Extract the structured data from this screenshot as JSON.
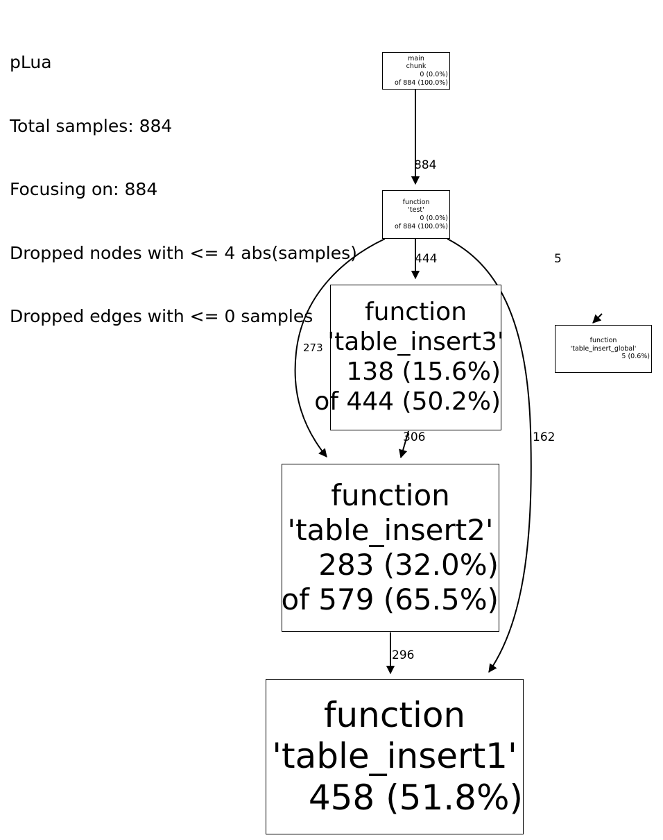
{
  "header": {
    "lines": [
      "pLua",
      "Total samples: 884",
      "Focusing on: 884",
      "Dropped nodes with <= 4 abs(samples)",
      "Dropped edges with <= 0 samples"
    ],
    "title": "pLua",
    "total_samples": "Total samples: 884",
    "focusing_on": "Focusing on: 884",
    "dropped_nodes": "Dropped nodes with <= 4 abs(samples)",
    "dropped_edges": "Dropped edges with <= 0 samples"
  },
  "graph": {
    "type": "call-graph",
    "orientation": "top-down",
    "nodes": [
      {
        "id": "main-chunk",
        "lines": [
          "main",
          "chunk",
          "0 (0.0%)",
          "of 884 (100.0%)"
        ],
        "self_samples": 0,
        "self_percent": "0.0%",
        "total_samples": 884,
        "total_percent": "100.0%"
      },
      {
        "id": "function-test",
        "lines": [
          "function",
          "'test'",
          "0 (0.0%)",
          "of 884 (100.0%)"
        ],
        "self_samples": 0,
        "self_percent": "0.0%",
        "total_samples": 884,
        "total_percent": "100.0%"
      },
      {
        "id": "function-table-insert3",
        "lines": [
          "function",
          "'table_insert3'",
          "138 (15.6%)",
          "of 444 (50.2%)"
        ],
        "self_samples": 138,
        "self_percent": "15.6%",
        "total_samples": 444,
        "total_percent": "50.2%"
      },
      {
        "id": "function-table-insert2",
        "lines": [
          "function",
          "'table_insert2'",
          "283 (32.0%)",
          "of 579 (65.5%)"
        ],
        "self_samples": 283,
        "self_percent": "32.0%",
        "total_samples": 579,
        "total_percent": "65.5%"
      },
      {
        "id": "function-table-insert1",
        "lines": [
          "function",
          "'table_insert1'",
          "458 (51.8%)"
        ],
        "self_samples": 458,
        "self_percent": "51.8%"
      },
      {
        "id": "function-table-insert-global",
        "lines": [
          "function",
          "'table_insert_global'",
          "5 (0.6%)"
        ],
        "self_samples": 5,
        "self_percent": "0.6%"
      }
    ],
    "edges": [
      {
        "from": "main-chunk",
        "to": "function-test",
        "label": "884"
      },
      {
        "from": "function-test",
        "to": "function-table-insert3",
        "label": "444"
      },
      {
        "from": "function-test",
        "to": "function-table-insert2",
        "label": "273"
      },
      {
        "from": "function-test",
        "to": "function-table-insert1",
        "label": "162"
      },
      {
        "from": "function-table-insert3",
        "to": "function-table-insert2",
        "label": "306"
      },
      {
        "from": "function-table-insert2",
        "to": "function-table-insert1",
        "label": "296"
      },
      {
        "from": "(dropped)",
        "to": "function-table-insert-global",
        "label": "5"
      }
    ]
  }
}
